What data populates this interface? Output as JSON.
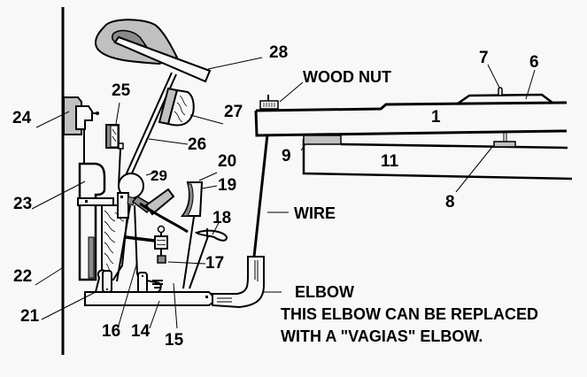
{
  "diagram": {
    "title": "Upright piano action with wire and elbow connection to key",
    "colors": {
      "background": "#f8f8f8",
      "line": "#000000",
      "fill_light": "#c0c0c0",
      "fill_dark": "#8a8a8a",
      "fill_white": "#f8f8f8"
    },
    "labels": {
      "n1": "1",
      "n6": "6",
      "n7": "7",
      "n8": "8",
      "n9": "9",
      "n11": "11",
      "n14": "14",
      "n15": "15",
      "n16": "16",
      "n17": "17",
      "n18": "18",
      "n19": "19",
      "n20": "20",
      "n21": "21",
      "n22": "22",
      "n23": "23",
      "n24": "24",
      "n25": "25",
      "n26": "26",
      "n27": "27",
      "n28": "28",
      "n29": "29",
      "wood_nut": "WOOD NUT",
      "wire": "WIRE",
      "elbow": "ELBOW"
    },
    "note": {
      "line1": "THIS ELBOW CAN BE REPLACED",
      "line2": "WITH A \"VAGIAS\" ELBOW."
    }
  }
}
